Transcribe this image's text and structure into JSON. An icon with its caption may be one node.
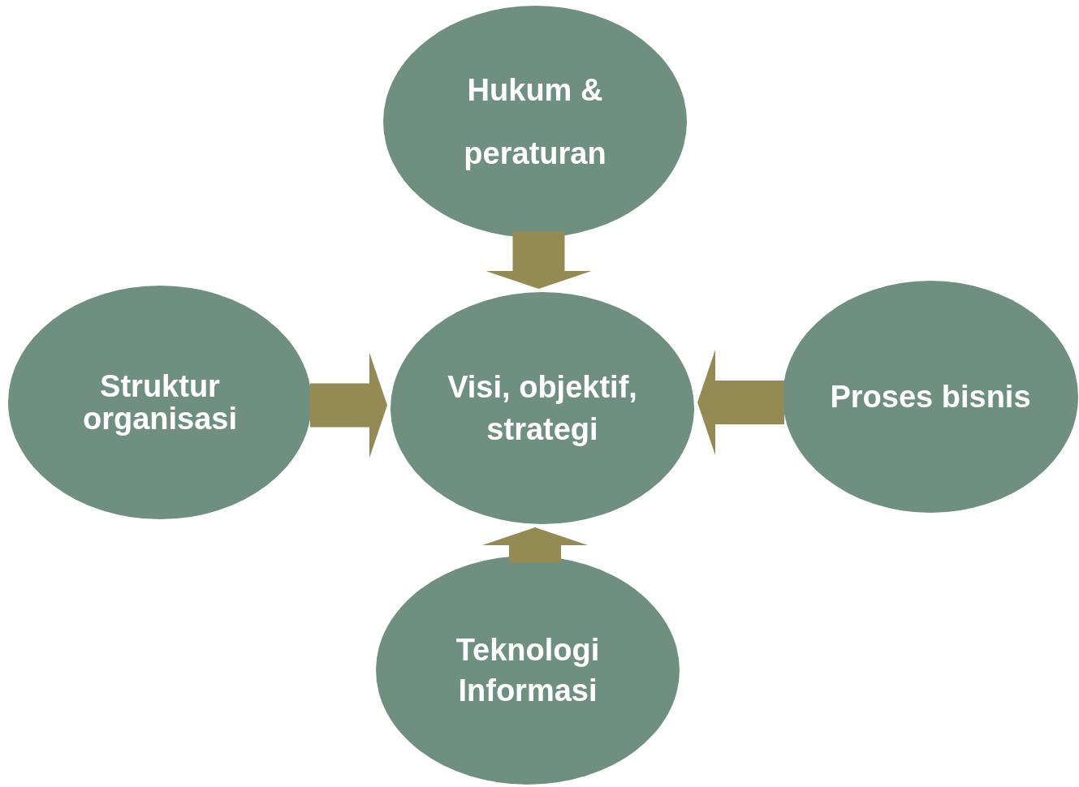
{
  "diagram": {
    "nodes": [
      {
        "text": [
          "Hukum & peraturan"
        ]
      },
      {
        "text": [
          "Struktur organisasi"
        ]
      },
      {
        "text": [
          "Visi, objektif, strategi"
        ]
      },
      {
        "text": [
          "Proses bisnis"
        ]
      },
      {
        "text": [
          "Teknologi Informasi"
        ]
      }
    ],
    "edges": [
      {
        "from": 0,
        "to": 2,
        "arrow": "to"
      },
      {
        "from": 1,
        "to": 2,
        "arrow": "to"
      },
      {
        "from": 3,
        "to": 2,
        "arrow": "to"
      },
      {
        "from": 4,
        "to": 2,
        "arrow": "to"
      }
    ]
  }
}
